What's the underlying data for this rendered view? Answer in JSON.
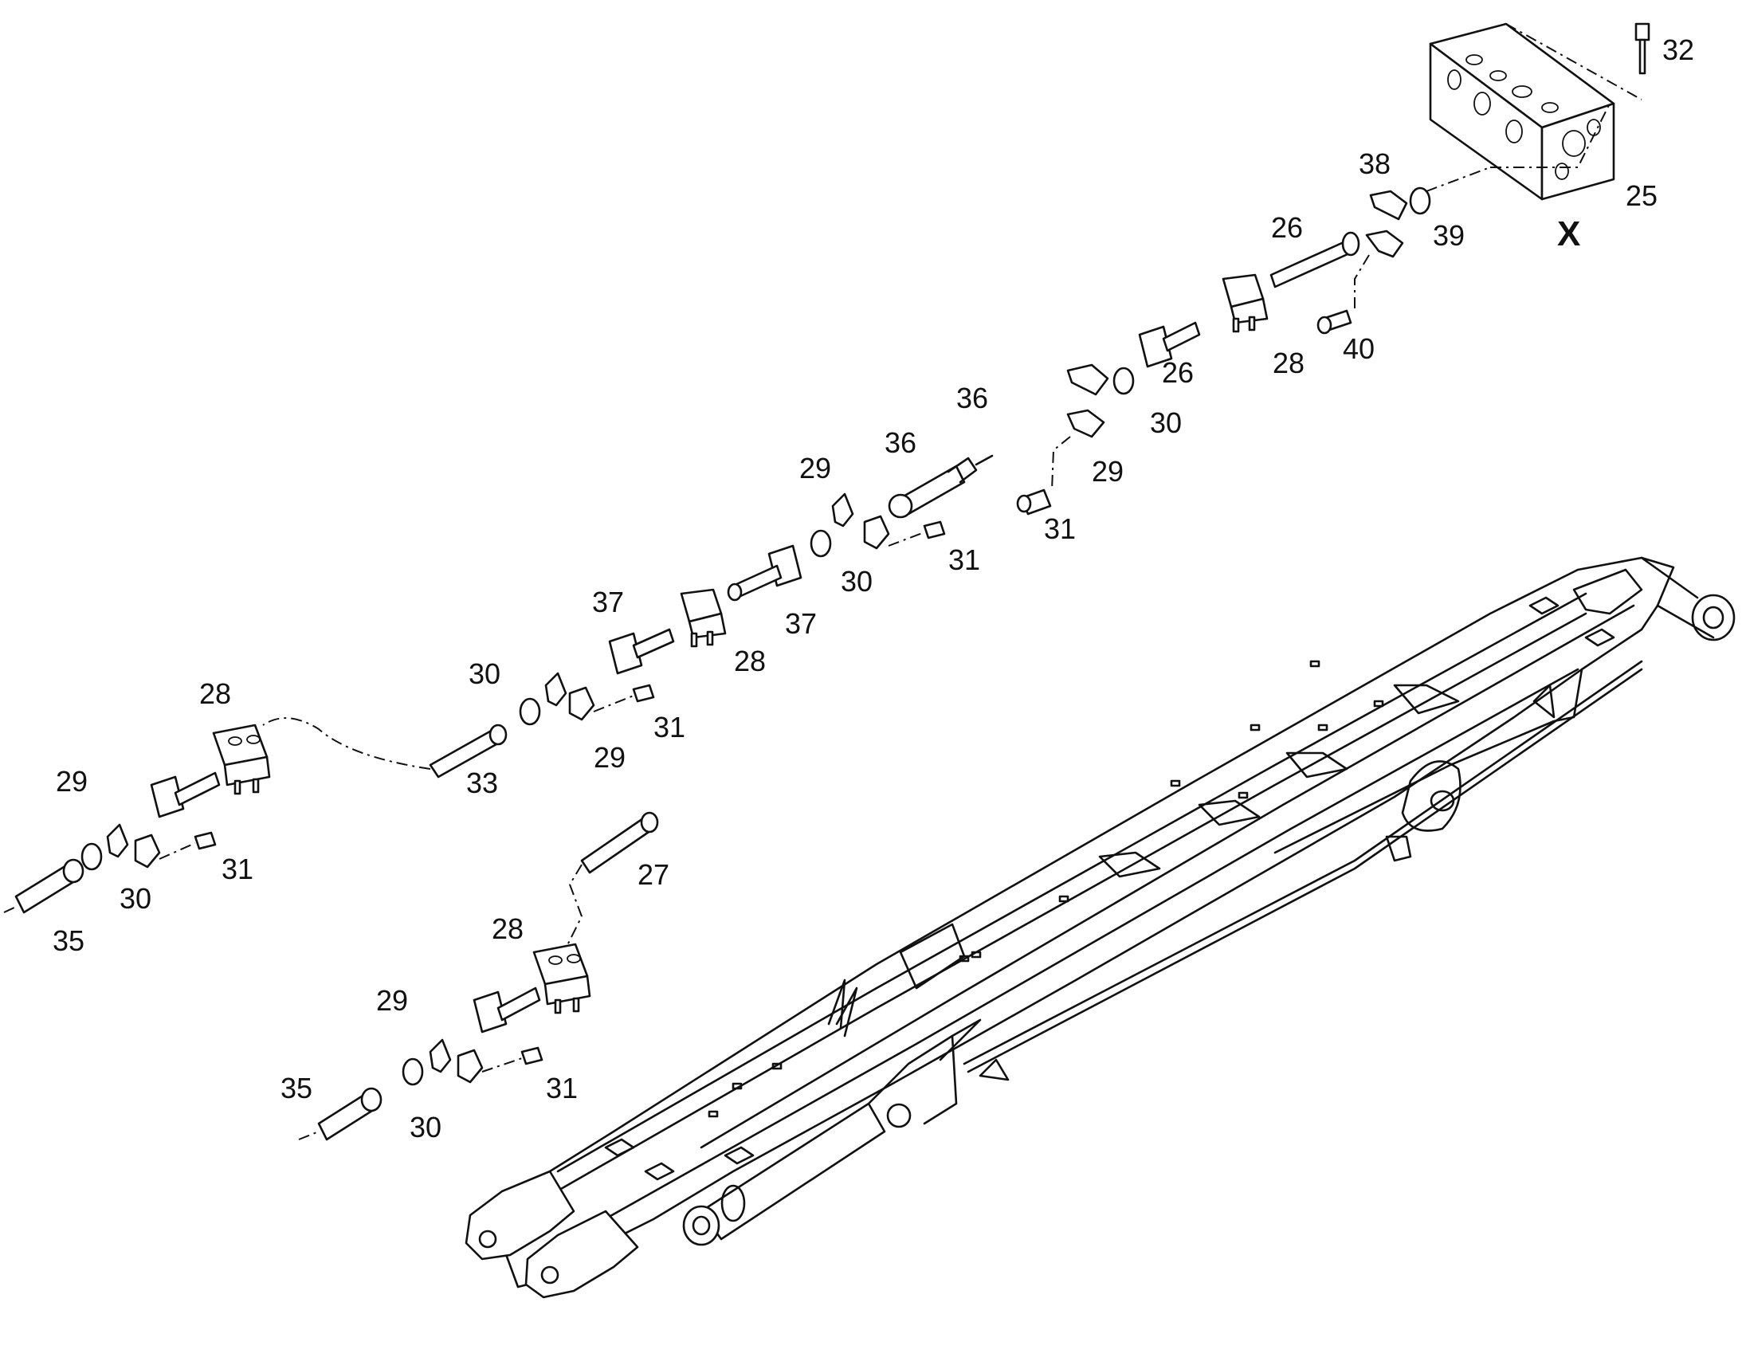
{
  "view_label": "X",
  "callouts": [
    {
      "id": "c32a",
      "text": "32"
    },
    {
      "id": "c25",
      "text": "25"
    },
    {
      "id": "c38",
      "text": "38"
    },
    {
      "id": "c39",
      "text": "39"
    },
    {
      "id": "c26a",
      "text": "26"
    },
    {
      "id": "c40",
      "text": "40"
    },
    {
      "id": "c28a",
      "text": "28"
    },
    {
      "id": "c26b",
      "text": "26"
    },
    {
      "id": "c30a",
      "text": "30"
    },
    {
      "id": "c29a",
      "text": "29"
    },
    {
      "id": "c31a",
      "text": "31"
    },
    {
      "id": "c36a",
      "text": "36"
    },
    {
      "id": "c36b",
      "text": "36"
    },
    {
      "id": "c29b",
      "text": "29"
    },
    {
      "id": "c30b",
      "text": "30"
    },
    {
      "id": "c31b",
      "text": "31"
    },
    {
      "id": "c37a",
      "text": "37"
    },
    {
      "id": "c37b",
      "text": "37"
    },
    {
      "id": "c28b",
      "text": "28"
    },
    {
      "id": "c30c",
      "text": "30"
    },
    {
      "id": "c31c",
      "text": "31"
    },
    {
      "id": "c29c",
      "text": "29"
    },
    {
      "id": "c28c",
      "text": "28"
    },
    {
      "id": "c33",
      "text": "33"
    },
    {
      "id": "c29d",
      "text": "29"
    },
    {
      "id": "c31d",
      "text": "31"
    },
    {
      "id": "c30d",
      "text": "30"
    },
    {
      "id": "c35a",
      "text": "35"
    },
    {
      "id": "c27",
      "text": "27"
    },
    {
      "id": "c28d",
      "text": "28"
    },
    {
      "id": "c29e",
      "text": "29"
    },
    {
      "id": "c31e",
      "text": "31"
    },
    {
      "id": "c35b",
      "text": "35"
    },
    {
      "id": "c30e",
      "text": "30"
    }
  ]
}
